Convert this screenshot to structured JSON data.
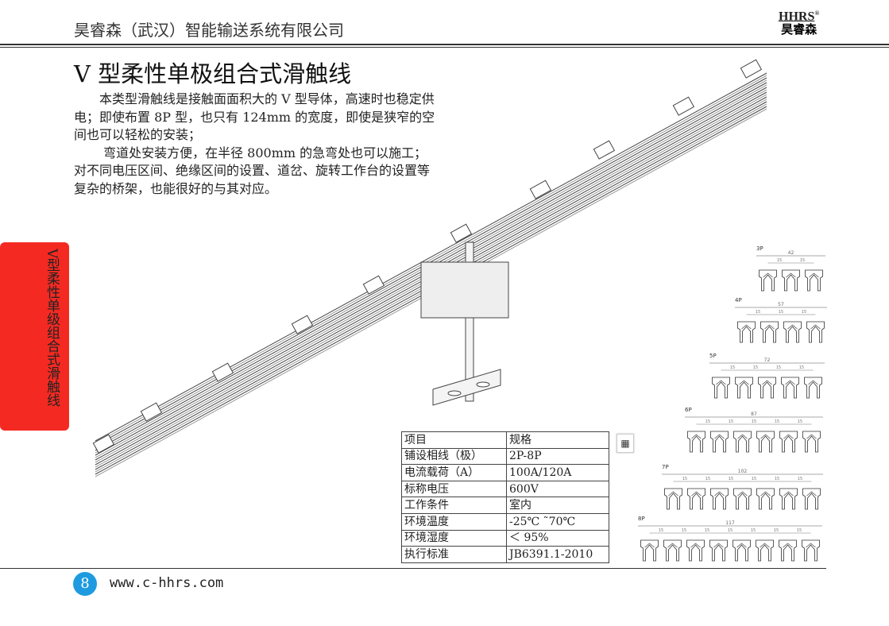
{
  "header": {
    "company": "昊睿森（武汉）智能输送系统有限公司",
    "logo_en": "HHRS",
    "logo_reg": "®",
    "logo_cn": "昊睿森"
  },
  "title": "V 型柔性单极组合式滑触线",
  "paragraphs": [
    "　　本类型滑触线是接触面面积大的 V 型导体，高速时也稳定供电；即使布置 8P 型，也只有 124mm 的宽度，即使是狭窄的空间也可以轻松的安装；",
    "　　 弯道处安装方便，在半径 800mm 的急弯处也可以施工；对不同电压区间、绝缘区间的设置、道岔、旋转工作台的设置等复杂的桥架，也能很好的与其对应。"
  ],
  "side_tab": "V型柔性单级组合式滑触线",
  "spec_table": {
    "headers": [
      "项目",
      "规格"
    ],
    "rows": [
      [
        "铺设相线（极）",
        "2P-8P"
      ],
      [
        "电流载荷（A）",
        "100A/120A"
      ],
      [
        "标称电压",
        "600V"
      ],
      [
        "工作条件",
        "室内"
      ],
      [
        "环境温度",
        "-25℃ ˜70℃"
      ],
      [
        "环境湿度",
        "＜ 95%"
      ],
      [
        "执行标准",
        "JB6391.1-2010"
      ]
    ]
  },
  "qr_icon": "qr-icon",
  "configs": [
    {
      "label": "3P",
      "total": "42",
      "pitch": "15",
      "poles": 3
    },
    {
      "label": "4P",
      "total": "57",
      "pitch": "15",
      "poles": 4
    },
    {
      "label": "5P",
      "total": "72",
      "pitch": "15",
      "poles": 5
    },
    {
      "label": "6P",
      "total": "87",
      "pitch": "15",
      "poles": 6
    },
    {
      "label": "7P",
      "total": "102",
      "pitch": "15",
      "poles": 7
    },
    {
      "label": "8P",
      "total": "117",
      "pitch": "15",
      "poles": 8
    }
  ],
  "footer": {
    "page": "8",
    "url": "www.c-hhrs.com"
  },
  "colors": {
    "tab": "#f42a22",
    "page_badge": "#1e9be0"
  }
}
